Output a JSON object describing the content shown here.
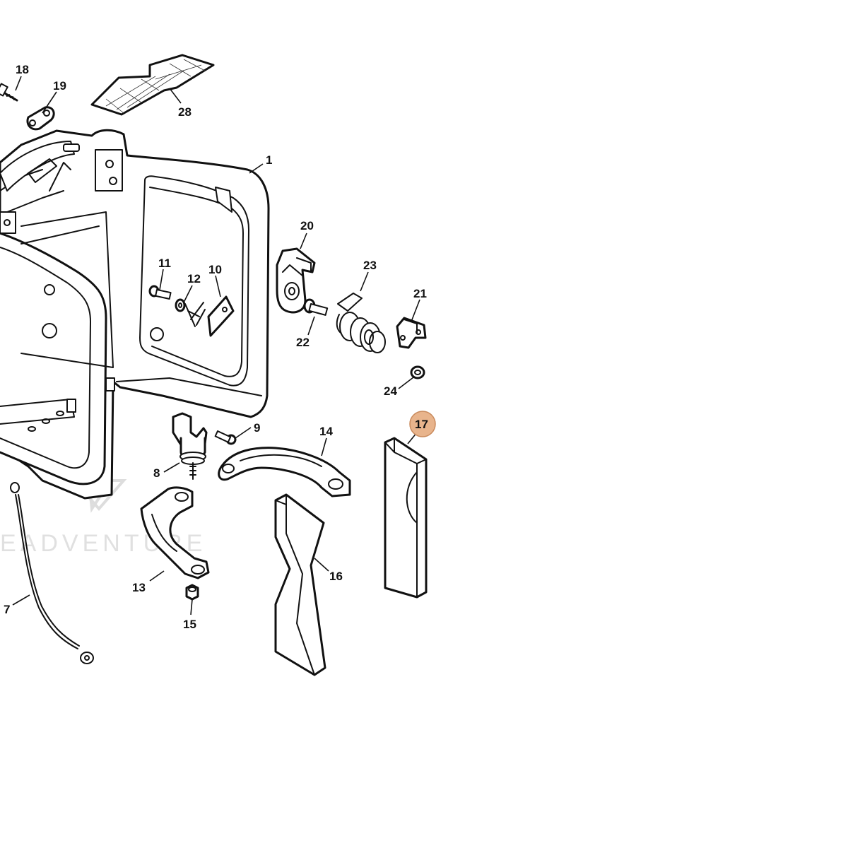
{
  "colors": {
    "line": "#111111",
    "highlight_fill": "#e8b48c",
    "highlight_stroke": "#c98a5c",
    "watermark": "#d4d4d4"
  },
  "watermark": {
    "text": "EADVENTURE"
  },
  "callouts": [
    {
      "id": "1",
      "label": "1"
    },
    {
      "id": "7",
      "label": "7"
    },
    {
      "id": "8",
      "label": "8"
    },
    {
      "id": "9",
      "label": "9"
    },
    {
      "id": "10",
      "label": "10"
    },
    {
      "id": "11",
      "label": "11"
    },
    {
      "id": "12",
      "label": "12"
    },
    {
      "id": "13",
      "label": "13"
    },
    {
      "id": "14",
      "label": "14"
    },
    {
      "id": "15",
      "label": "15"
    },
    {
      "id": "16",
      "label": "16"
    },
    {
      "id": "17",
      "label": "17",
      "highlighted": true
    },
    {
      "id": "18",
      "label": "18"
    },
    {
      "id": "19",
      "label": "19"
    },
    {
      "id": "20",
      "label": "20"
    },
    {
      "id": "21",
      "label": "21"
    },
    {
      "id": "22",
      "label": "22"
    },
    {
      "id": "23",
      "label": "23"
    },
    {
      "id": "24",
      "label": "24"
    },
    {
      "id": "28",
      "label": "28"
    }
  ]
}
